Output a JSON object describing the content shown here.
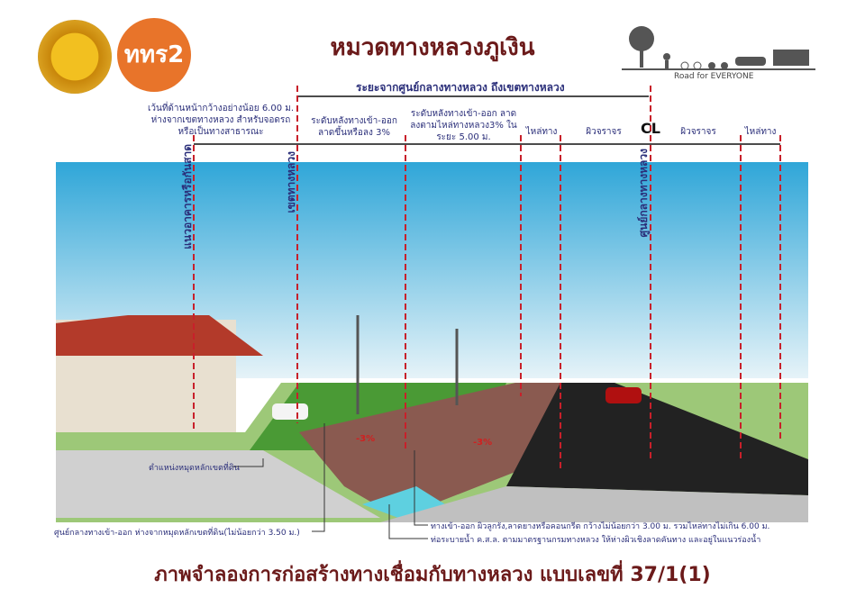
{
  "header": {
    "title": "หมวดทางหลวงภูเงิน",
    "tagline": "Road for EVERYONE"
  },
  "dimensions": {
    "main": "ระยะจากศูนย์กลางทางหลวง ถึงเขตทางหลวง",
    "setback": "เว้นที่ด้านหน้ากว้างอย่างน้อย 6.00 ม. ห่างจากเขตทางหลวง สำหรับจอดรถ หรือเป็นทางสาธารณะ",
    "slope1": "ระดับหลังทางเข้า-ออก ลาดขึ้นหรือลง 3%",
    "slope2": "ระดับหลังทางเข้า-ออก ลาดลงตามไหล่ทางหลวง3% ในระยะ 5.00 ม.",
    "shoulder_left": "ไหล่ทาง",
    "lane_left": "ผิวจราจร",
    "cl": "CL",
    "lane_right": "ผิวจราจร",
    "shoulder_right": "ไหล่ทาง"
  },
  "vertical_labels": {
    "building": "แนวอาคารหรือกันสาด",
    "row": "เขตทางหลวง",
    "center": "ศูนย์กลางทางหลวง"
  },
  "slope_marks": [
    "-3%",
    "-3%"
  ],
  "notes": {
    "marker": "ตำแหน่งหมุดหลักเขตที่ดิน",
    "center_entry": "ศูนย์กลางทางเข้า-ออก ห่างจากหมุดหลักเขตที่ดิน(ไม่น้อยกว่า 3.50 ม.)",
    "surface": "ทางเข้า-ออก ผิวลูกรัง,ลาดยางหรือคอนกรีต กว้างไม่น้อยกว่า 3.00 ม. รวมไหล่ทางไม่เกิน 6.00 ม.",
    "pipe": "ท่อระบายน้ำ ค.ส.ล. ตามมาตรฐานกรมทางหลวง ให้ห่างผิวเชิงลาดคันทาง และอยู่ในแนวร่องน้ำ"
  },
  "footer": {
    "title": "ภาพจำลองการก่อสร้างทางเชื่อมกับทางหลวง แบบเลขที่ 37/1(1)"
  },
  "colors": {
    "accent": "#6b1a1a",
    "text": "#2b2f7a",
    "dash": "#c8202a"
  }
}
